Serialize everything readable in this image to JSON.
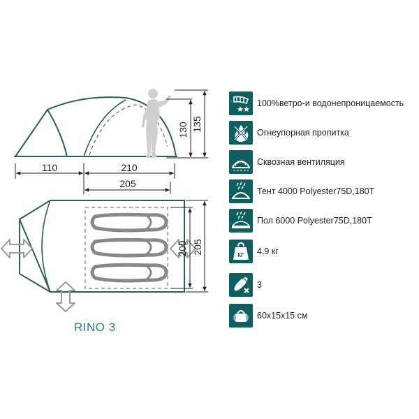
{
  "diagram": {
    "dimensions": {
      "vestibule_length": "110",
      "inner_length_top": "210",
      "inner_length_bottom": "205",
      "height_outer": "135",
      "height_inner": "130",
      "floor_width": "200",
      "outer_width": "205"
    },
    "product_name": "RINO 3",
    "colors": {
      "accent": "#2f7f86",
      "tent_outline": "#2c5d5a",
      "icon_bg": "#0f5f61",
      "arrow": "#999999"
    }
  },
  "features": [
    {
      "icon": "wind-water-icon",
      "text": "100%ветро-и водонепроницаемость"
    },
    {
      "icon": "fire-retardant-icon",
      "text": "Огнеупорная пропитка"
    },
    {
      "icon": "ventilation-icon",
      "text": "Сквозная вентиляция"
    },
    {
      "icon": "rain-tent-icon",
      "text": "Тент  4000  Polyester75D,180T"
    },
    {
      "icon": "rain-floor-icon",
      "text": "Пол  6000  Polyester75D,180T"
    },
    {
      "icon": "weight-icon",
      "text": "4,9 кг",
      "icon_label": "КГ"
    },
    {
      "icon": "sleeping-bag-icon",
      "text": "3"
    },
    {
      "icon": "bag-icon",
      "text": "60x15x15 см"
    }
  ]
}
